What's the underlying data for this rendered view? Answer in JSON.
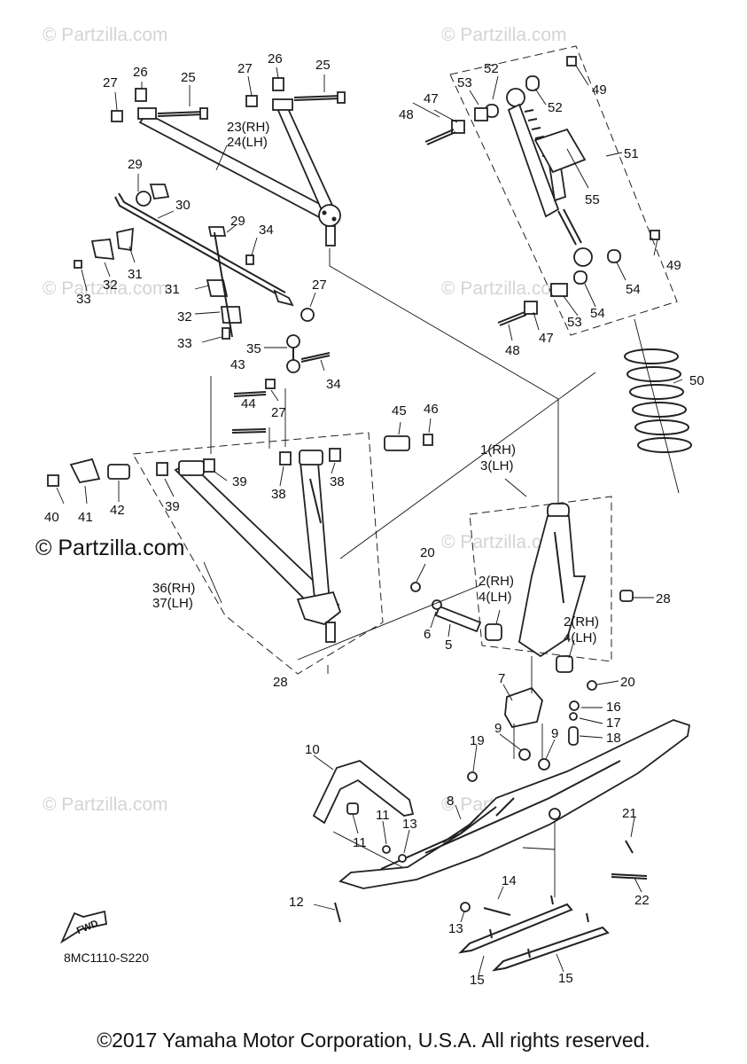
{
  "watermarks": {
    "text": "© Partzilla.com",
    "large": "© Partzilla.com"
  },
  "diagram_code": "8MC1110-S220",
  "fwd_label": "FWD",
  "copyright": "©2017 Yamaha Motor Corporation, U.S.A. All rights reserved.",
  "callouts": {
    "c1": "1(RH)",
    "c3": "3(LH)",
    "c2a": "2(RH)",
    "c4a": "4(LH)",
    "c2b": "2(RH)",
    "c4b": "4(LH)",
    "c5": "5",
    "c6": "6",
    "c7": "7",
    "c8": "8",
    "c9a": "9",
    "c9b": "9",
    "c10": "10",
    "c11a": "11",
    "c11b": "11",
    "c12": "12",
    "c13a": "13",
    "c13b": "13",
    "c14": "14",
    "c15a": "15",
    "c15b": "15",
    "c16": "16",
    "c17": "17",
    "c18": "18",
    "c19": "19",
    "c20a": "20",
    "c20b": "20",
    "c21": "21",
    "c22": "22",
    "c23": "23(RH)",
    "c24": "24(LH)",
    "c25a": "25",
    "c25b": "25",
    "c26a": "26",
    "c26b": "26",
    "c27a": "27",
    "c27b": "27",
    "c27c": "27",
    "c27d": "27",
    "c28a": "28",
    "c28b": "28",
    "c29a": "29",
    "c29b": "29",
    "c30": "30",
    "c31a": "31",
    "c31b": "31",
    "c32a": "32",
    "c32b": "32",
    "c33a": "33",
    "c33b": "33",
    "c34a": "34",
    "c34b": "34",
    "c35": "35",
    "c36": "36(RH)",
    "c37": "37(LH)",
    "c38a": "38",
    "c38b": "38",
    "c39a": "39",
    "c39b": "39",
    "c40": "40",
    "c41": "41",
    "c42": "42",
    "c43": "43",
    "c44": "44",
    "c45": "45",
    "c46": "46",
    "c47a": "47",
    "c47b": "47",
    "c48a": "48",
    "c48b": "48",
    "c49a": "49",
    "c49b": "49",
    "c50": "50",
    "c51": "51",
    "c52a": "52",
    "c52b": "52",
    "c53a": "53",
    "c53b": "53",
    "c54a": "54",
    "c54b": "54",
    "c55": "55"
  }
}
